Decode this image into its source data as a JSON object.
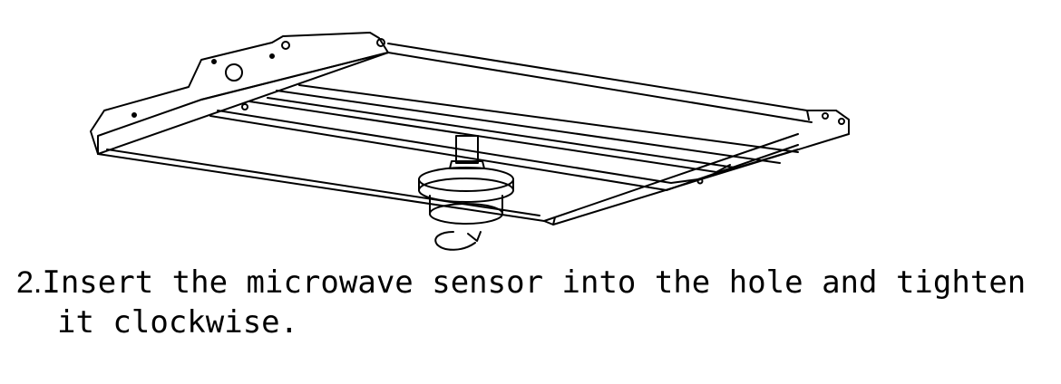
{
  "step": {
    "number": "2.",
    "line1": "Insert the microwave sensor into the hole and tighten",
    "line2": "it clockwise."
  },
  "colors": {
    "ink": "#000000",
    "background": "#ffffff"
  },
  "icons": [
    "highbay-fixture-drawing",
    "microwave-sensor-icon",
    "rotate-clockwise-icon"
  ]
}
